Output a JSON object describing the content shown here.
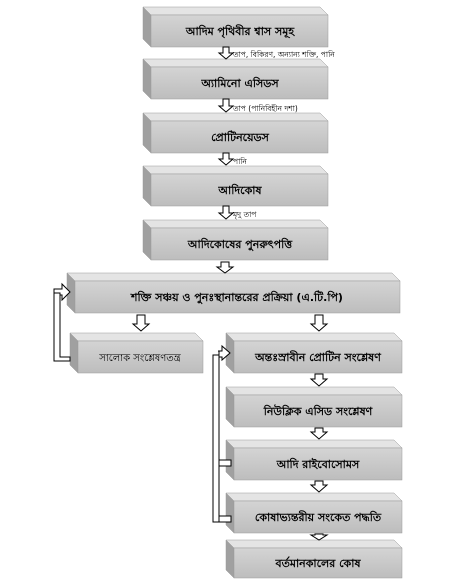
{
  "boxes": [
    {
      "id": "b1",
      "label": "আদিম পৃথিবীর শ্বাস সমূহ"
    },
    {
      "id": "b2",
      "label": "অ্যামিনো এসিডস"
    },
    {
      "id": "b3",
      "label": "প্রোটিনয়েডস"
    },
    {
      "id": "b4",
      "label": "আদিকোষ"
    },
    {
      "id": "b5",
      "label": "আদিকোষের পুনরুৎপত্তি"
    },
    {
      "id": "b6",
      "label": "শক্তি সঞ্চয় ও পুনঃস্থানান্তরের প্রক্রিয়া (এ.টি.পি)"
    },
    {
      "id": "b7",
      "label": "সালোক সংশ্লেষণতন্ত্র"
    },
    {
      "id": "b8",
      "label": "অন্তঃস্রাবীন প্রোটিন সংশ্লেষণ"
    },
    {
      "id": "b9",
      "label": "নিউক্লিক এসিড সংশ্লেষণ"
    },
    {
      "id": "b10",
      "label": "আদি রাইবোসোমস"
    },
    {
      "id": "b11",
      "label": "কোষাভ্যন্তরীয় সংকেত পদ্ধতি"
    },
    {
      "id": "b12",
      "label": "বর্তমানকালের কোষ"
    }
  ],
  "annotations": {
    "a1": "তাপ, বিকিরণ, অন্যান্য শক্তি, পানি",
    "a2": "তাপ (পানিবিহীন দশা)",
    "a3": "পানি",
    "a4": "মৃদু তাপ"
  },
  "colors": {
    "box_front": "#c9c9c9",
    "box_top": "#e6e6e6",
    "box_side": "#9e9e9e",
    "line": "#000000"
  }
}
